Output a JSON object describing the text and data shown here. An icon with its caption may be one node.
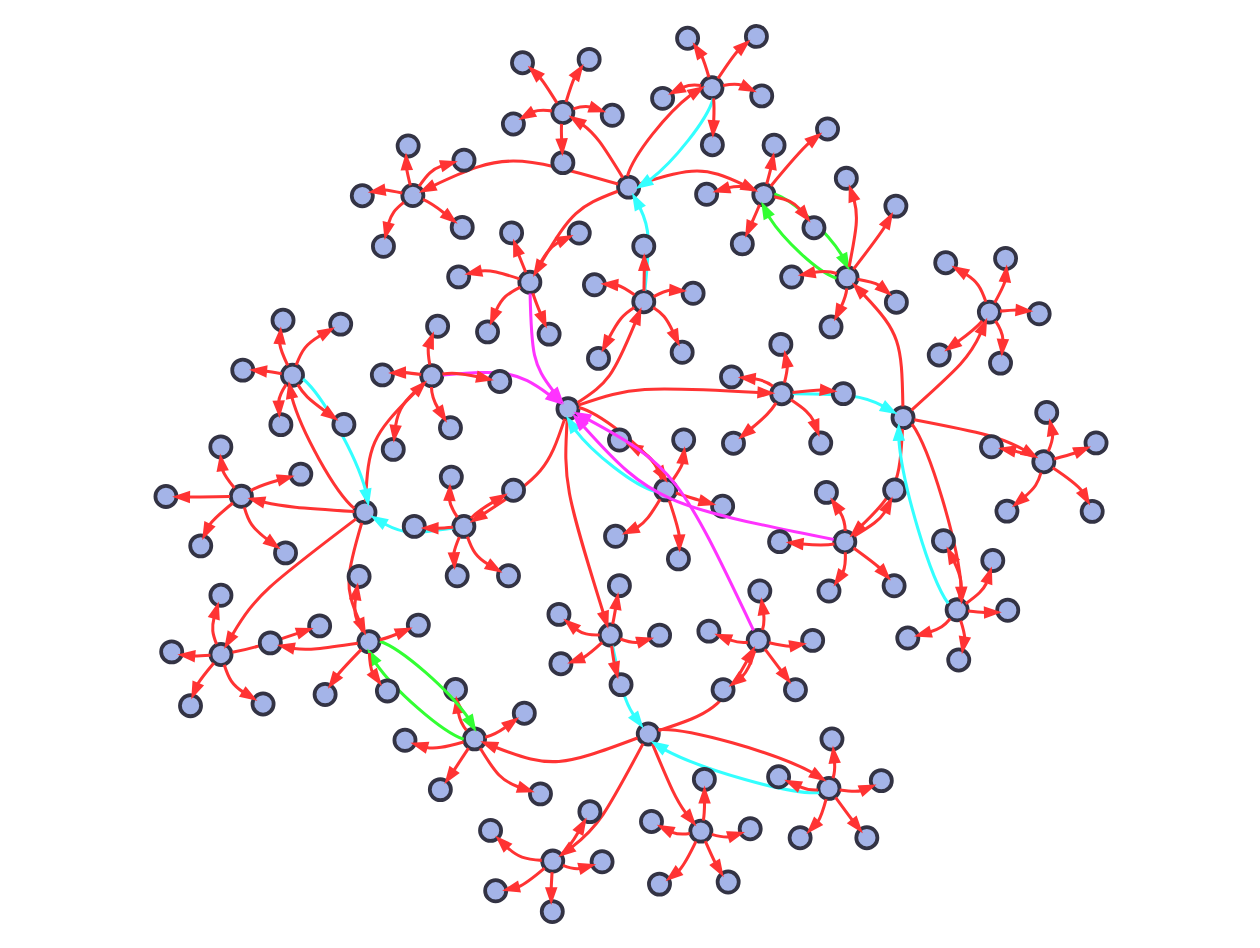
{
  "diagram": {
    "nodes": [
      {
        "text": [],
        "shape": "circle"
      },
      {
        "text": [],
        "shape": "circle"
      },
      {
        "text": [],
        "shape": "circle"
      },
      {
        "text": [],
        "shape": "circle"
      },
      {
        "text": [],
        "shape": "circle"
      },
      {
        "text": [],
        "shape": "circle"
      },
      {
        "text": [],
        "shape": "circle"
      },
      {
        "text": [],
        "shape": "circle"
      },
      {
        "text": [],
        "shape": "circle"
      },
      {
        "text": [],
        "shape": "circle"
      },
      {
        "text": [],
        "shape": "circle"
      },
      {
        "text": [],
        "shape": "circle"
      },
      {
        "text": [],
        "shape": "circle"
      },
      {
        "text": [],
        "shape": "circle"
      },
      {
        "text": [],
        "shape": "circle"
      },
      {
        "text": [],
        "shape": "circle"
      },
      {
        "text": [],
        "shape": "circle"
      },
      {
        "text": [],
        "shape": "circle"
      },
      {
        "text": [],
        "shape": "circle"
      },
      {
        "text": [],
        "shape": "circle"
      },
      {
        "text": [],
        "shape": "circle"
      },
      {
        "text": [],
        "shape": "circle"
      },
      {
        "text": [],
        "shape": "circle"
      },
      {
        "text": [],
        "shape": "circle"
      },
      {
        "text": [],
        "shape": "circle"
      },
      {
        "text": [],
        "shape": "circle"
      },
      {
        "text": [],
        "shape": "circle"
      },
      {
        "text": [],
        "shape": "circle"
      },
      {
        "text": [],
        "shape": "circle"
      },
      {
        "text": [],
        "shape": "circle"
      },
      {
        "text": [],
        "shape": "circle"
      },
      {
        "text": [],
        "shape": "circle"
      },
      {
        "text": [],
        "shape": "circle"
      },
      {
        "text": [],
        "shape": "circle"
      },
      {
        "text": [],
        "shape": "circle"
      },
      {
        "text": [],
        "shape": "circle"
      },
      {
        "text": [],
        "shape": "circle"
      },
      {
        "text": [],
        "shape": "circle"
      },
      {
        "text": [],
        "shape": "circle"
      },
      {
        "text": [],
        "shape": "circle"
      },
      {
        "text": [],
        "shape": "circle"
      },
      {
        "text": [],
        "shape": "circle"
      },
      {
        "text": [],
        "shape": "circle"
      },
      {
        "text": [],
        "shape": "circle"
      },
      {
        "text": [],
        "shape": "circle"
      },
      {
        "text": [],
        "shape": "circle"
      },
      {
        "text": [],
        "shape": "circle"
      },
      {
        "text": [],
        "shape": "circle"
      },
      {
        "text": [],
        "shape": "circle"
      },
      {
        "text": [],
        "shape": "circle"
      },
      {
        "text": [],
        "shape": "circle"
      },
      {
        "text": [],
        "shape": "circle"
      },
      {
        "text": [],
        "shape": "circle"
      },
      {
        "text": [],
        "shape": "circle"
      },
      {
        "text": [],
        "shape": "circle"
      },
      {
        "text": [],
        "shape": "circle"
      },
      {
        "text": [],
        "shape": "circle"
      },
      {
        "text": [],
        "shape": "circle"
      },
      {
        "text": [],
        "shape": "circle"
      },
      {
        "text": [],
        "shape": "circle"
      },
      {
        "text": [],
        "shape": "circle"
      },
      {
        "text": [],
        "shape": "circle"
      },
      {
        "text": [],
        "shape": "circle"
      },
      {
        "text": [],
        "shape": "circle"
      },
      {
        "text": [],
        "shape": "circle"
      },
      {
        "text": [],
        "shape": "circle"
      },
      {
        "text": [],
        "shape": "circle"
      },
      {
        "text": [],
        "shape": "circle"
      },
      {
        "text": [],
        "shape": "circle"
      },
      {
        "text": [],
        "shape": "circle"
      },
      {
        "text": [],
        "shape": "circle"
      },
      {
        "text": [],
        "shape": "circle"
      },
      {
        "text": [],
        "shape": "circle"
      },
      {
        "text": [],
        "shape": "circle"
      },
      {
        "text": [],
        "shape": "circle"
      },
      {
        "text": [],
        "shape": "circle"
      },
      {
        "text": [],
        "shape": "circle"
      },
      {
        "text": [],
        "shape": "circle"
      },
      {
        "text": [],
        "shape": "circle"
      },
      {
        "text": [],
        "shape": "circle"
      },
      {
        "text": [],
        "shape": "circle"
      },
      {
        "text": [],
        "shape": "circle"
      },
      {
        "text": [],
        "shape": "circle"
      },
      {
        "text": [],
        "shape": "circle"
      },
      {
        "text": [],
        "shape": "circle"
      },
      {
        "text": [],
        "shape": "circle"
      },
      {
        "text": [],
        "shape": "circle"
      },
      {
        "text": [],
        "shape": "circle"
      },
      {
        "text": [],
        "shape": "circle"
      },
      {
        "text": [],
        "shape": "circle"
      },
      {
        "text": [],
        "shape": "circle"
      },
      {
        "text": [],
        "shape": "circle"
      },
      {
        "text": [],
        "shape": "circle"
      },
      {
        "text": [],
        "shape": "circle"
      },
      {
        "text": [],
        "shape": "circle"
      },
      {
        "text": [],
        "shape": "circle"
      },
      {
        "text": [],
        "shape": "circle"
      },
      {
        "text": [],
        "shape": "circle"
      },
      {
        "text": [],
        "shape": "circle"
      },
      {
        "text": [],
        "shape": "circle"
      },
      {
        "text": [],
        "shape": "circle"
      },
      {
        "text": [],
        "shape": "circle"
      },
      {
        "text": [],
        "shape": "circle"
      },
      {
        "text": [],
        "shape": "circle"
      },
      {
        "text": [],
        "shape": "circle"
      },
      {
        "text": [],
        "shape": "circle"
      },
      {
        "text": [],
        "shape": "circle"
      },
      {
        "text": [],
        "shape": "circle"
      },
      {
        "text": [],
        "shape": "circle"
      },
      {
        "text": [],
        "shape": "circle"
      },
      {
        "text": [],
        "shape": "circle"
      },
      {
        "text": [],
        "shape": "circle"
      },
      {
        "text": [],
        "shape": "circle"
      },
      {
        "text": [],
        "shape": "circle"
      },
      {
        "text": [],
        "shape": "circle"
      },
      {
        "text": [],
        "shape": "circle"
      },
      {
        "text": [],
        "shape": "circle"
      },
      {
        "text": [],
        "shape": "circle"
      },
      {
        "text": [],
        "shape": "circle"
      },
      {
        "text": [],
        "shape": "circle"
      },
      {
        "text": [],
        "shape": "circle"
      },
      {
        "text": [],
        "shape": "circle"
      },
      {
        "text": [],
        "shape": "circle"
      },
      {
        "text": [],
        "shape": "circle"
      },
      {
        "text": [],
        "shape": "circle"
      },
      {
        "text": [],
        "shape": "circle"
      },
      {
        "text": [],
        "shape": "circle"
      },
      {
        "text": [],
        "shape": "circle"
      },
      {
        "text": [],
        "shape": "circle"
      },
      {
        "text": [],
        "shape": "circle"
      },
      {
        "text": [],
        "shape": "circle"
      },
      {
        "text": [],
        "shape": "circle"
      },
      {
        "text": [],
        "shape": "circle"
      },
      {
        "text": [],
        "shape": "circle"
      },
      {
        "text": [],
        "shape": "circle"
      },
      {
        "text": [],
        "shape": "circle"
      },
      {
        "text": [],
        "shape": "circle"
      },
      {
        "text": [],
        "shape": "circle"
      },
      {
        "text": [],
        "shape": "circle"
      },
      {
        "text": [],
        "shape": "circle"
      },
      {
        "text": [],
        "shape": "circle"
      },
      {
        "text": [],
        "shape": "circle"
      },
      {
        "text": [],
        "shape": "circle"
      },
      {
        "text": [],
        "shape": "circle"
      },
      {
        "text": [],
        "shape": "circle"
      },
      {
        "text": [],
        "shape": "circle"
      },
      {
        "text": [],
        "shape": "circle"
      },
      {
        "text": [],
        "shape": "circle"
      },
      {
        "text": [],
        "shape": "circle"
      },
      {
        "text": [],
        "shape": "circle"
      },
      {
        "text": [],
        "shape": "circle"
      },
      {
        "text": [],
        "shape": "circle"
      },
      {
        "text": [],
        "shape": "circle"
      },
      {
        "text": [],
        "shape": "circle"
      },
      {
        "text": [],
        "shape": "circle"
      }
    ],
    "edges": [
      {
        "from": 0,
        "to": 1,
        "arrow": "to"
      },
      {
        "from": 1,
        "to": 0,
        "arrow": "to",
        "color": "#33ffff"
      },
      {
        "from": 0,
        "to": 6,
        "arrow": "to"
      },
      {
        "from": 6,
        "to": 2,
        "arrow": "to",
        "color": "#33ffff"
      },
      {
        "from": 2,
        "to": 10,
        "arrow": "to"
      },
      {
        "from": 10,
        "to": 0,
        "arrow": "to",
        "color": "#ff33ff"
      },
      {
        "from": 2,
        "to": 14,
        "arrow": "to"
      },
      {
        "from": 14,
        "to": 2,
        "arrow": "to",
        "color": "#33ffff"
      },
      {
        "from": 2,
        "to": 15,
        "arrow": "to"
      },
      {
        "from": 2,
        "to": 16,
        "arrow": "to"
      },
      {
        "from": 2,
        "to": 26,
        "arrow": "to"
      },
      {
        "from": 0,
        "to": 7,
        "arrow": "to"
      },
      {
        "from": 7,
        "to": 3,
        "arrow": "to",
        "color": "#33ffff"
      },
      {
        "from": 3,
        "to": 11,
        "arrow": "to"
      },
      {
        "from": 11,
        "to": 0,
        "arrow": "to",
        "color": "#ff33ff"
      },
      {
        "from": 3,
        "to": 17,
        "arrow": "to"
      },
      {
        "from": 17,
        "to": 3,
        "arrow": "to",
        "color": "#33ffff"
      },
      {
        "from": 3,
        "to": 18,
        "arrow": "to"
      },
      {
        "from": 3,
        "to": 19,
        "arrow": "to"
      },
      {
        "from": 3,
        "to": 28,
        "arrow": "to"
      },
      {
        "from": 0,
        "to": 8,
        "arrow": "to"
      },
      {
        "from": 8,
        "to": 4,
        "arrow": "to",
        "color": "#33ffff"
      },
      {
        "from": 4,
        "to": 12,
        "arrow": "to"
      },
      {
        "from": 12,
        "to": 0,
        "arrow": "to",
        "color": "#ff33ff"
      },
      {
        "from": 4,
        "to": 20,
        "arrow": "to"
      },
      {
        "from": 20,
        "to": 4,
        "arrow": "to",
        "color": "#33ffff"
      },
      {
        "from": 4,
        "to": 21,
        "arrow": "to"
      },
      {
        "from": 4,
        "to": 22,
        "arrow": "to"
      },
      {
        "from": 4,
        "to": 27,
        "arrow": "to"
      },
      {
        "from": 0,
        "to": 9,
        "arrow": "to"
      },
      {
        "from": 9,
        "to": 5,
        "arrow": "to",
        "color": "#33ffff"
      },
      {
        "from": 5,
        "to": 13,
        "arrow": "to"
      },
      {
        "from": 13,
        "to": 0,
        "arrow": "to",
        "color": "#ff33ff"
      },
      {
        "from": 5,
        "to": 23,
        "arrow": "to"
      },
      {
        "from": 23,
        "to": 5,
        "arrow": "to",
        "color": "#33ffff"
      },
      {
        "from": 5,
        "to": 24,
        "arrow": "to"
      },
      {
        "from": 5,
        "to": 25,
        "arrow": "to"
      },
      {
        "from": 5,
        "to": 29,
        "arrow": "to"
      },
      {
        "from": 26,
        "to": 27,
        "arrow": "to",
        "color": "#33ff33"
      },
      {
        "from": 27,
        "to": 26,
        "arrow": "to",
        "color": "#33ff33"
      },
      {
        "from": 28,
        "to": 29,
        "arrow": "to",
        "color": "#33ff33"
      },
      {
        "from": 29,
        "to": 28,
        "arrow": "to",
        "color": "#33ff33"
      },
      {
        "from": 1,
        "to": 30,
        "arrow": "to"
      },
      {
        "from": 1,
        "to": 31,
        "arrow": "to"
      },
      {
        "from": 1,
        "to": 32,
        "arrow": "to"
      },
      {
        "from": 1,
        "to": 33,
        "arrow": "to"
      },
      {
        "from": 1,
        "to": 34,
        "arrow": "to"
      },
      {
        "from": 6,
        "to": 35,
        "arrow": "to"
      },
      {
        "from": 6,
        "to": 36,
        "arrow": "to"
      },
      {
        "from": 6,
        "to": 37,
        "arrow": "to"
      },
      {
        "from": 6,
        "to": 38,
        "arrow": "to"
      },
      {
        "from": 6,
        "to": 39,
        "arrow": "to"
      },
      {
        "from": 7,
        "to": 40,
        "arrow": "to"
      },
      {
        "from": 7,
        "to": 41,
        "arrow": "to"
      },
      {
        "from": 7,
        "to": 42,
        "arrow": "to"
      },
      {
        "from": 7,
        "to": 43,
        "arrow": "to"
      },
      {
        "from": 7,
        "to": 44,
        "arrow": "to"
      },
      {
        "from": 8,
        "to": 45,
        "arrow": "to"
      },
      {
        "from": 8,
        "to": 46,
        "arrow": "to"
      },
      {
        "from": 8,
        "to": 47,
        "arrow": "to"
      },
      {
        "from": 8,
        "to": 48,
        "arrow": "to"
      },
      {
        "from": 8,
        "to": 49,
        "arrow": "to"
      },
      {
        "from": 9,
        "to": 50,
        "arrow": "to"
      },
      {
        "from": 9,
        "to": 51,
        "arrow": "to"
      },
      {
        "from": 9,
        "to": 52,
        "arrow": "to"
      },
      {
        "from": 9,
        "to": 53,
        "arrow": "to"
      },
      {
        "from": 9,
        "to": 54,
        "arrow": "to"
      },
      {
        "from": 10,
        "to": 55,
        "arrow": "to"
      },
      {
        "from": 10,
        "to": 56,
        "arrow": "to"
      },
      {
        "from": 10,
        "to": 57,
        "arrow": "to"
      },
      {
        "from": 10,
        "to": 58,
        "arrow": "to"
      },
      {
        "from": 10,
        "to": 59,
        "arrow": "to"
      },
      {
        "from": 11,
        "to": 60,
        "arrow": "to"
      },
      {
        "from": 11,
        "to": 61,
        "arrow": "to"
      },
      {
        "from": 11,
        "to": 62,
        "arrow": "to"
      },
      {
        "from": 11,
        "to": 63,
        "arrow": "to"
      },
      {
        "from": 11,
        "to": 64,
        "arrow": "to"
      },
      {
        "from": 12,
        "to": 65,
        "arrow": "to"
      },
      {
        "from": 12,
        "to": 66,
        "arrow": "to"
      },
      {
        "from": 12,
        "to": 67,
        "arrow": "to"
      },
      {
        "from": 12,
        "to": 68,
        "arrow": "to"
      },
      {
        "from": 12,
        "to": 69,
        "arrow": "to"
      },
      {
        "from": 13,
        "to": 70,
        "arrow": "to"
      },
      {
        "from": 13,
        "to": 71,
        "arrow": "to"
      },
      {
        "from": 13,
        "to": 72,
        "arrow": "to"
      },
      {
        "from": 13,
        "to": 73,
        "arrow": "to"
      },
      {
        "from": 13,
        "to": 74,
        "arrow": "to"
      },
      {
        "from": 14,
        "to": 75,
        "arrow": "to"
      },
      {
        "from": 14,
        "to": 76,
        "arrow": "to"
      },
      {
        "from": 14,
        "to": 77,
        "arrow": "to"
      },
      {
        "from": 14,
        "to": 78,
        "arrow": "to"
      },
      {
        "from": 14,
        "to": 79,
        "arrow": "to"
      },
      {
        "from": 15,
        "to": 80,
        "arrow": "to"
      },
      {
        "from": 15,
        "to": 81,
        "arrow": "to"
      },
      {
        "from": 15,
        "to": 82,
        "arrow": "to"
      },
      {
        "from": 15,
        "to": 83,
        "arrow": "to"
      },
      {
        "from": 15,
        "to": 84,
        "arrow": "to"
      },
      {
        "from": 16,
        "to": 85,
        "arrow": "to"
      },
      {
        "from": 16,
        "to": 86,
        "arrow": "to"
      },
      {
        "from": 16,
        "to": 87,
        "arrow": "to"
      },
      {
        "from": 16,
        "to": 88,
        "arrow": "to"
      },
      {
        "from": 16,
        "to": 89,
        "arrow": "to"
      },
      {
        "from": 17,
        "to": 90,
        "arrow": "to"
      },
      {
        "from": 17,
        "to": 91,
        "arrow": "to"
      },
      {
        "from": 17,
        "to": 92,
        "arrow": "to"
      },
      {
        "from": 17,
        "to": 93,
        "arrow": "to"
      },
      {
        "from": 17,
        "to": 94,
        "arrow": "to"
      },
      {
        "from": 18,
        "to": 95,
        "arrow": "to"
      },
      {
        "from": 18,
        "to": 96,
        "arrow": "to"
      },
      {
        "from": 18,
        "to": 97,
        "arrow": "to"
      },
      {
        "from": 18,
        "to": 98,
        "arrow": "to"
      },
      {
        "from": 18,
        "to": 99,
        "arrow": "to"
      },
      {
        "from": 19,
        "to": 100,
        "arrow": "to"
      },
      {
        "from": 19,
        "to": 101,
        "arrow": "to"
      },
      {
        "from": 19,
        "to": 102,
        "arrow": "to"
      },
      {
        "from": 19,
        "to": 103,
        "arrow": "to"
      },
      {
        "from": 19,
        "to": 104,
        "arrow": "to"
      },
      {
        "from": 20,
        "to": 105,
        "arrow": "to"
      },
      {
        "from": 20,
        "to": 106,
        "arrow": "to"
      },
      {
        "from": 20,
        "to": 107,
        "arrow": "to"
      },
      {
        "from": 20,
        "to": 108,
        "arrow": "to"
      },
      {
        "from": 20,
        "to": 109,
        "arrow": "to"
      },
      {
        "from": 21,
        "to": 110,
        "arrow": "to"
      },
      {
        "from": 21,
        "to": 111,
        "arrow": "to"
      },
      {
        "from": 21,
        "to": 112,
        "arrow": "to"
      },
      {
        "from": 21,
        "to": 113,
        "arrow": "to"
      },
      {
        "from": 21,
        "to": 114,
        "arrow": "to"
      },
      {
        "from": 22,
        "to": 115,
        "arrow": "to"
      },
      {
        "from": 22,
        "to": 116,
        "arrow": "to"
      },
      {
        "from": 22,
        "to": 117,
        "arrow": "to"
      },
      {
        "from": 22,
        "to": 118,
        "arrow": "to"
      },
      {
        "from": 22,
        "to": 119,
        "arrow": "to"
      },
      {
        "from": 23,
        "to": 120,
        "arrow": "to"
      },
      {
        "from": 23,
        "to": 121,
        "arrow": "to"
      },
      {
        "from": 23,
        "to": 122,
        "arrow": "to"
      },
      {
        "from": 23,
        "to": 123,
        "arrow": "to"
      },
      {
        "from": 23,
        "to": 124,
        "arrow": "to"
      },
      {
        "from": 24,
        "to": 125,
        "arrow": "to"
      },
      {
        "from": 24,
        "to": 126,
        "arrow": "to"
      },
      {
        "from": 24,
        "to": 127,
        "arrow": "to"
      },
      {
        "from": 24,
        "to": 128,
        "arrow": "to"
      },
      {
        "from": 24,
        "to": 129,
        "arrow": "to"
      },
      {
        "from": 25,
        "to": 130,
        "arrow": "to"
      },
      {
        "from": 25,
        "to": 131,
        "arrow": "to"
      },
      {
        "from": 25,
        "to": 132,
        "arrow": "to"
      },
      {
        "from": 25,
        "to": 133,
        "arrow": "to"
      },
      {
        "from": 25,
        "to": 134,
        "arrow": "to"
      },
      {
        "from": 26,
        "to": 135,
        "arrow": "to"
      },
      {
        "from": 26,
        "to": 136,
        "arrow": "to"
      },
      {
        "from": 26,
        "to": 137,
        "arrow": "to"
      },
      {
        "from": 26,
        "to": 138,
        "arrow": "to"
      },
      {
        "from": 26,
        "to": 139,
        "arrow": "to"
      },
      {
        "from": 27,
        "to": 140,
        "arrow": "to"
      },
      {
        "from": 27,
        "to": 141,
        "arrow": "to"
      },
      {
        "from": 27,
        "to": 142,
        "arrow": "to"
      },
      {
        "from": 27,
        "to": 143,
        "arrow": "to"
      },
      {
        "from": 27,
        "to": 144,
        "arrow": "to"
      },
      {
        "from": 28,
        "to": 145,
        "arrow": "to"
      },
      {
        "from": 28,
        "to": 146,
        "arrow": "to"
      },
      {
        "from": 28,
        "to": 147,
        "arrow": "to"
      },
      {
        "from": 28,
        "to": 148,
        "arrow": "to"
      },
      {
        "from": 28,
        "to": 149,
        "arrow": "to"
      },
      {
        "from": 29,
        "to": 150,
        "arrow": "to"
      },
      {
        "from": 29,
        "to": 151,
        "arrow": "to"
      },
      {
        "from": 29,
        "to": 152,
        "arrow": "to"
      },
      {
        "from": 29,
        "to": 153,
        "arrow": "to"
      },
      {
        "from": 29,
        "to": 154,
        "arrow": "to"
      }
    ]
  }
}
